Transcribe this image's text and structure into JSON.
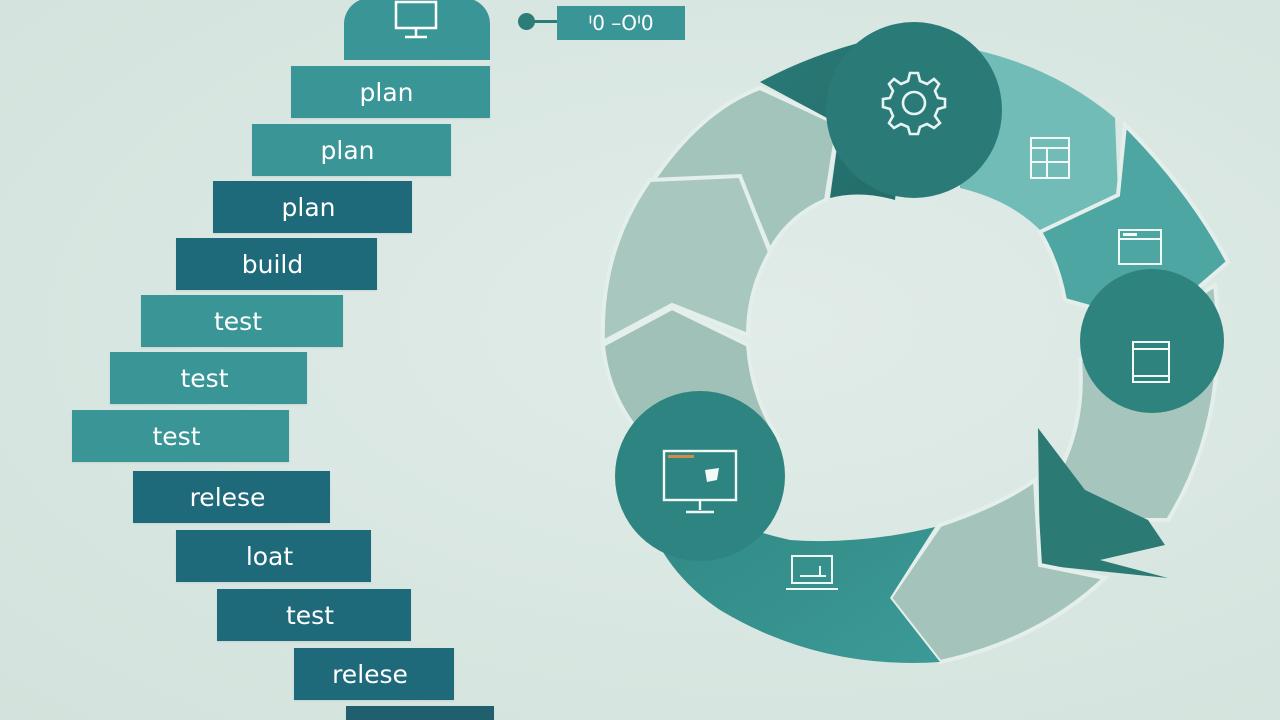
{
  "version_label": "ᑊ0 –Oᑊ0",
  "steps": [
    {
      "label": "plan",
      "color": "#3a9597"
    },
    {
      "label": "plan",
      "color": "#3a9597"
    },
    {
      "label": "plan",
      "color": "#1f6a7a"
    },
    {
      "label": "build",
      "color": "#1f6a7a"
    },
    {
      "label": "test",
      "color": "#3a9597"
    },
    {
      "label": "test",
      "color": "#3a9597"
    },
    {
      "label": "test",
      "color": "#3a9597"
    },
    {
      "label": "relese",
      "color": "#1f6a7a"
    },
    {
      "label": "loat",
      "color": "#1f6a7a"
    },
    {
      "label": "test",
      "color": "#1f6a7a"
    },
    {
      "label": "relese",
      "color": "#1f6a7a"
    }
  ],
  "cycle": {
    "icons": [
      "gear-icon",
      "window-grid-icon",
      "browser-window-icon",
      "tablet-icon",
      "monitor-icon",
      "laptop-icon"
    ],
    "colors": {
      "dark_teal": "#2b7c79",
      "medium_teal": "#3f9a97",
      "light_teal": "#6fb8b4",
      "sage": "#a8c6bd",
      "sage_dark": "#98bbb2"
    }
  }
}
